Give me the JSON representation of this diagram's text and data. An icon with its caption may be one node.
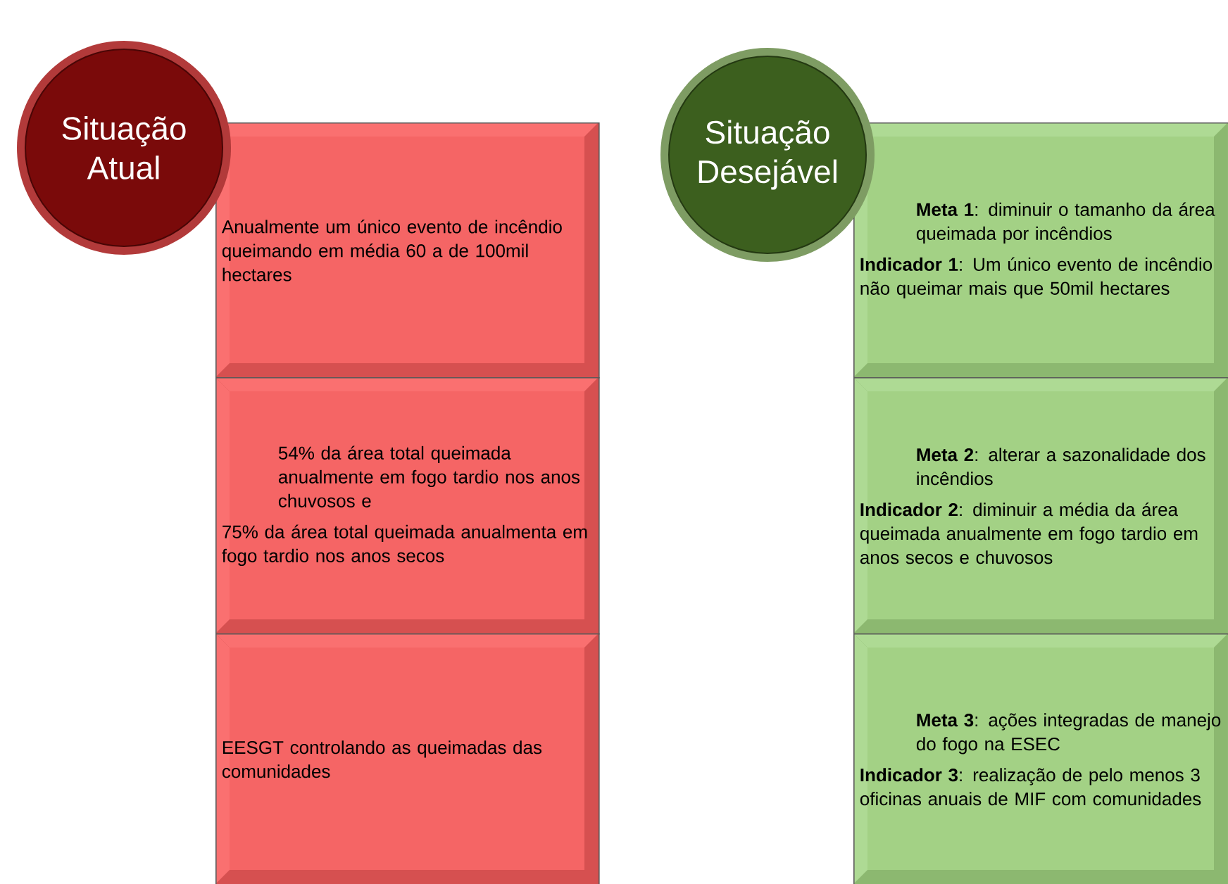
{
  "diagram": {
    "nodes": [
      {
        "text": [
          "Situação Atual"
        ]
      },
      {
        "text": [
          "Anualmente um único evento de incêndio queimando em média 60 a de 100mil hectares"
        ]
      },
      {
        "text": [
          "54% da área total queimada anualmente em fogo tardio nos anos chuvosos e",
          "75% da área total queimada anualmenta em fogo tardio nos anos secos"
        ]
      },
      {
        "text": [
          "EESGT controlando as queimadas das comunidades"
        ]
      },
      {
        "text": [
          "Situação Desejável"
        ]
      },
      {
        "text": [
          "**Meta 1**: diminuir o tamanho da área queimada  por incêndios",
          "**Indicador 1**: Um único evento de incêndio não queimar mais que 50mil hectares"
        ]
      },
      {
        "text": [
          "**Meta 2**: alterar a sazonalidade dos incêndios",
          "**Indicador 2**: diminuir a média da área queimada anualmente em fogo tardio em anos secos e chuvosos"
        ]
      },
      {
        "text": [
          "**Meta 3**: ações integradas de manejo do fogo na ESEC",
          "**Indicador 3**: realização de pelo menos 3 oficinas anuais de MIF com comunidades"
        ]
      }
    ]
  }
}
